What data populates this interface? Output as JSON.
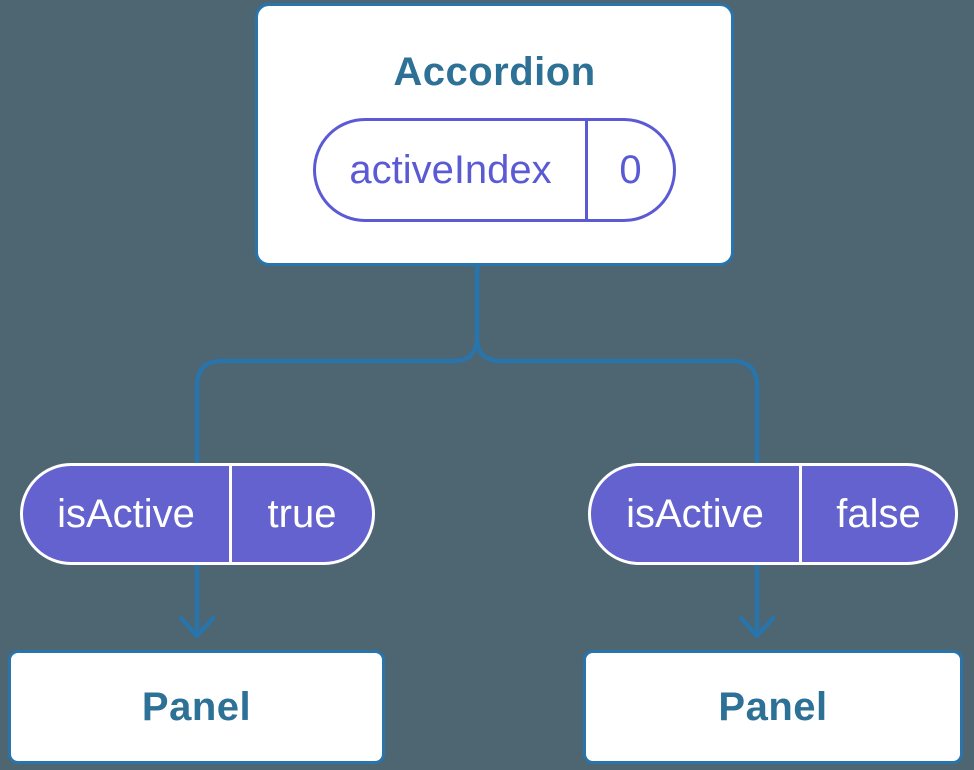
{
  "colors": {
    "background": "#4D6671",
    "line": "#2874AB",
    "component_text": "#2E7196",
    "card_bg": "#FFFFFF",
    "pill_fill": "#6362CE",
    "pill_outline_text": "#5B5AD5",
    "pill_text": "#FFFFFF"
  },
  "diagram": {
    "root": {
      "title": "Accordion",
      "state": {
        "name": "activeIndex",
        "value": "0"
      }
    },
    "children": [
      {
        "title": "Panel",
        "prop": {
          "name": "isActive",
          "value": "true"
        }
      },
      {
        "title": "Panel",
        "prop": {
          "name": "isActive",
          "value": "false"
        }
      }
    ]
  }
}
